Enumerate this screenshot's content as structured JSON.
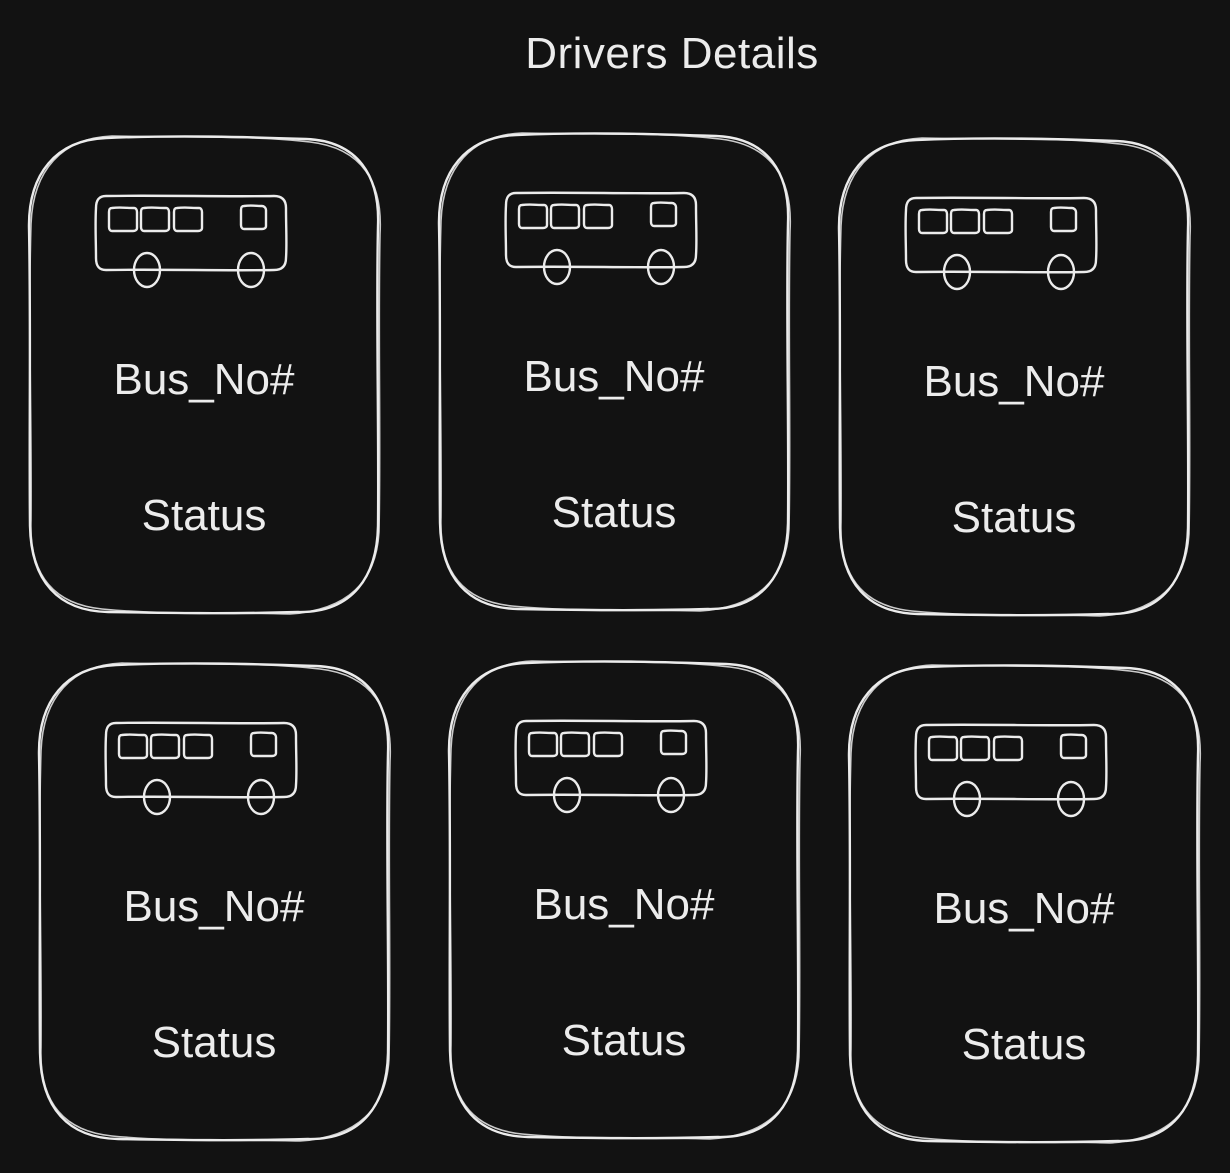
{
  "header": {
    "title": "Drivers Details"
  },
  "cards": [
    {
      "bus_no": "Bus_No#",
      "status": "Status"
    },
    {
      "bus_no": "Bus_No#",
      "status": "Status"
    },
    {
      "bus_no": "Bus_No#",
      "status": "Status"
    },
    {
      "bus_no": "Bus_No#",
      "status": "Status"
    },
    {
      "bus_no": "Bus_No#",
      "status": "Status"
    },
    {
      "bus_no": "Bus_No#",
      "status": "Status"
    }
  ],
  "icons": {
    "bus": "bus-icon"
  },
  "colors": {
    "background": "#121212",
    "foreground": "#ececec"
  }
}
